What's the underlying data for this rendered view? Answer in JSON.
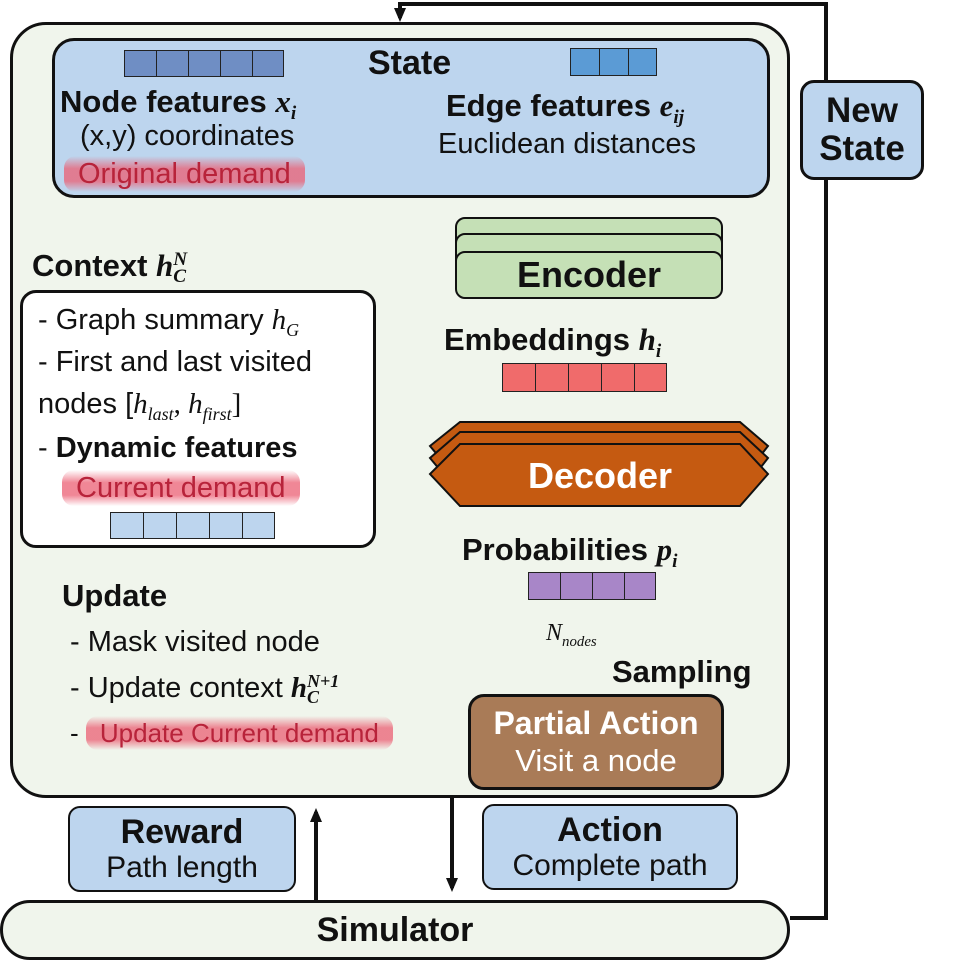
{
  "colors": {
    "main_bg": "#f0f5ec",
    "state_bg": "#bdd5ee",
    "encoder_bg": "#c5e0b6",
    "decoder_bg": "#c55a11",
    "partial_bg": "#a97b57",
    "side_box_bg": "#bdd5ee",
    "node_cells": "#6f8ec4",
    "edge_cells": "#5b9bd5",
    "embedding_cells": "#f06b6b",
    "prob_cells": "#a886c8",
    "context_cells": "#bdd5ee",
    "highlight": "#eb5f73"
  },
  "state": {
    "title": "State",
    "node_title": "Node features ",
    "node_var": "x",
    "node_sub": "i",
    "node_desc": "(x,y) coordinates",
    "node_extra": "Original demand",
    "edge_title": "Edge features ",
    "edge_var": "e",
    "edge_sub": "ij",
    "edge_desc": "Euclidean distances"
  },
  "encoder": {
    "label": "Encoder"
  },
  "embeddings": {
    "label": "Embeddings ",
    "var": "h",
    "sub": "i"
  },
  "decoder": {
    "label": "Decoder"
  },
  "probabilities": {
    "label": "Probabilities ",
    "var": "p",
    "sub": "i",
    "axis_var": "N",
    "axis_sub": "nodes"
  },
  "sampling": {
    "label": "Sampling"
  },
  "partial_action": {
    "title": "Partial Action",
    "desc": "Visit a node"
  },
  "context": {
    "title": "Context ",
    "var": "h",
    "sub": "C",
    "sup": "N",
    "item1_prefix": "- Graph summary ",
    "item1_var": "h",
    "item1_sub": "G",
    "item2_line1": "- First and last visited",
    "item2_line2_prefix": "nodes [",
    "item2_var_a": "h",
    "item2_sub_a": "last",
    "item2_sep": ", ",
    "item2_var_b": "h",
    "item2_sub_b": "first",
    "item2_close": "]",
    "item3_prefix": "- ",
    "item3_bold": "Dynamic features",
    "item3_extra": "Current demand"
  },
  "update": {
    "title": "Update",
    "item1": "- Mask visited node",
    "item2_prefix": "- Update context ",
    "item2_var": "h",
    "item2_sub": "C",
    "item2_sup": "N+1",
    "item3_prefix": "- ",
    "item3_extra": "Update Current demand"
  },
  "new_state": {
    "line1": "New",
    "line2": "State"
  },
  "reward": {
    "title": "Reward",
    "desc": "Path length"
  },
  "action": {
    "title": "Action",
    "desc": "Complete path"
  },
  "simulator": {
    "label": "Simulator"
  }
}
